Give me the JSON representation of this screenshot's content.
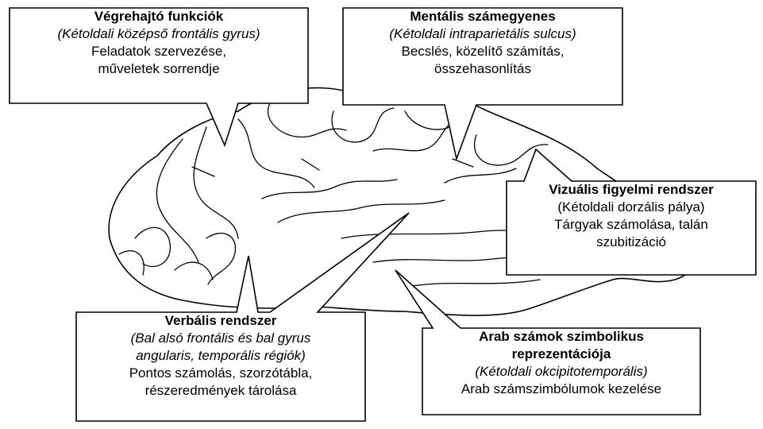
{
  "callouts": {
    "executive": {
      "title": "Végrehajtó funkciók",
      "subtitle": "(Kétoldali középső frontális gyrus)",
      "desc1": "Feladatok szervezése,",
      "desc2": "műveletek sorrendje"
    },
    "numberline": {
      "title": "Mentális számegyenes",
      "subtitle": "(Kétoldali intraparietális sulcus)",
      "desc1": "Becslés, közelítő számítás,",
      "desc2": "összehasonlítás"
    },
    "visual": {
      "title": "Vizuális figyelmi rendszer",
      "subtitle": "(Kétoldali dorzális pálya)",
      "desc1": "Tárgyak számolása, talán",
      "desc2": "szubitizáció"
    },
    "verbal": {
      "title": "Verbális rendszer",
      "subtitle1": "(Bal alsó frontális és bal gyrus",
      "subtitle2": "angularis, temporális régiók)",
      "desc1": "Pontos számolás, szorzótábla,",
      "desc2": "részeredmények tárolása"
    },
    "arabic": {
      "title1": "Arab számok szimbolikus",
      "title2": "reprezentációja",
      "subtitle": "(Kétoldali okcipitotemporális)",
      "desc": "Arab számszimbólumok kezelése"
    }
  },
  "colors": {
    "ink": "#000000",
    "paper": "#ffffff"
  }
}
